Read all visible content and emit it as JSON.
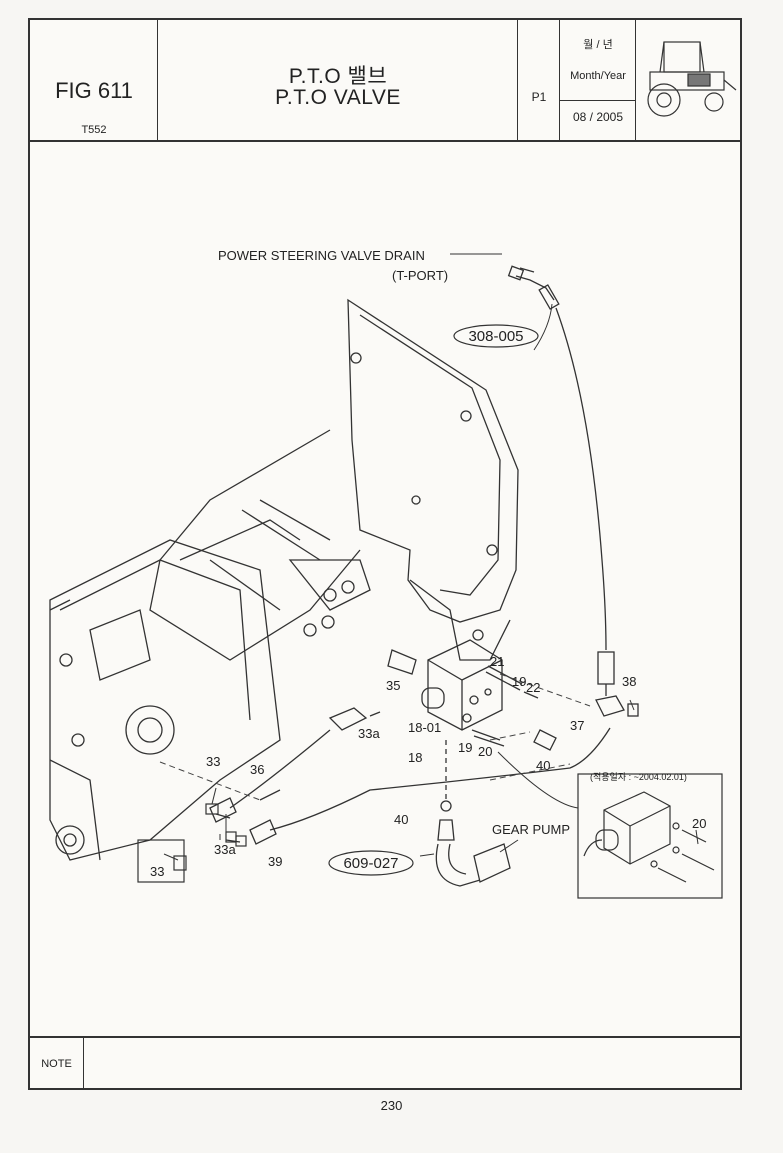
{
  "header": {
    "fig_label": "FIG 611",
    "model": "T552",
    "title_korean": "P.T.O 밸브",
    "title_english": "P.T.O VALVE",
    "page_code": "P1",
    "date_label_korean": "월 / 년",
    "date_label_english": "Month/Year",
    "date_value": "08 / 2005"
  },
  "diagram": {
    "power_steering_label": "POWER STEERING VALVE DRAIN",
    "tport_label": "(T-PORT)",
    "gear_pump_label": "GEAR PUMP",
    "inset_label": "(적용일자 : ~2004.02.01)",
    "callouts": {
      "c308_005": "308-005",
      "c609_027": "609-027",
      "c21": "21",
      "c19a": "19",
      "c22": "22",
      "c38": "38",
      "c35": "35",
      "c33a_top": "33a",
      "c18_01": "18-01",
      "c37": "37",
      "c19b": "19",
      "c20a": "20",
      "c18": "18",
      "c40a": "40",
      "c33_top": "33",
      "c36": "36",
      "c40b": "40",
      "c20_inset": "20",
      "c33a_bottom": "33a",
      "c33_box": "33",
      "c39": "39"
    }
  },
  "note": {
    "label": "NOTE"
  },
  "footer": {
    "page_number": "230"
  }
}
